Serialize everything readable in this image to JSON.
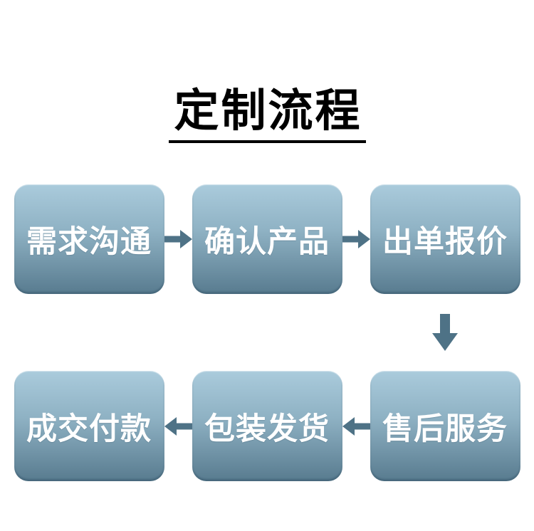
{
  "title": {
    "text": "定制流程"
  },
  "flow": {
    "row1": {
      "direction": "right",
      "boxes": [
        "需求沟通",
        "确认产品",
        "出单报价"
      ]
    },
    "row2": {
      "direction": "left",
      "boxes": [
        "成交付款",
        "包装发货",
        "售后服务"
      ]
    }
  },
  "icons": {
    "between_row1_boxes": "arrow-right-icon",
    "between_rows": "arrow-down-icon",
    "between_row2_boxes": "arrow-left-icon"
  },
  "colors": {
    "background": "#ffffff",
    "title_text": "#000000",
    "box_text": "#ffffff",
    "box_gradient_top": "#aacbdc",
    "box_gradient_mid": "#8fb2c4",
    "box_gradient_bottom": "#587b8f",
    "arrow": "#4e7286"
  }
}
